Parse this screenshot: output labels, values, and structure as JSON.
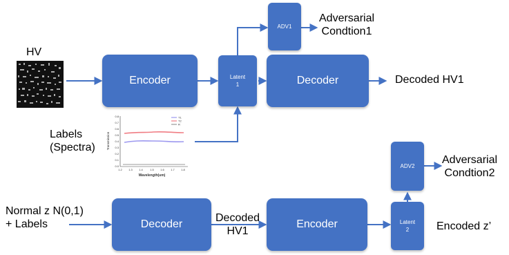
{
  "nodes": {
    "encoder1": "Encoder",
    "latent1": "Latent\n1",
    "decoder1": "Decoder",
    "adv1": "ADV1",
    "decoder2": "Decoder",
    "encoder2": "Encoder",
    "latent2": "Latent\n2",
    "adv2": "ADV2"
  },
  "labels": {
    "hv": "HV",
    "labels_spectra": "Labels\n(Spectra)",
    "adversarial1": "Adversarial\nCondtion1",
    "decoded_hv1": "Decoded HV1",
    "normal_z": "Normal z  N(0,1)\n+ Labels",
    "decoded_hv1_mid": "Decoded\nHV1",
    "encoded_z": "Encoded z’",
    "adversarial2": "Adversarial\nCondtion2"
  },
  "colors": {
    "box": "#4472C4",
    "arrow": "#4472C4"
  },
  "inset_plot": {
    "ylabel": "Transmission",
    "xlabel": "Wavelength(um)",
    "x_ticks": [
      "1.2",
      "1.3",
      "1.4",
      "1.5",
      "1.6",
      "1.7",
      "1.8"
    ],
    "y_ticks": [
      "0.8",
      "0.7",
      "0.6",
      "0.5",
      "0.4",
      "0.3",
      "0.2",
      "0.1",
      "0.0"
    ],
    "legend": [
      "T1",
      "T2",
      "R"
    ]
  }
}
